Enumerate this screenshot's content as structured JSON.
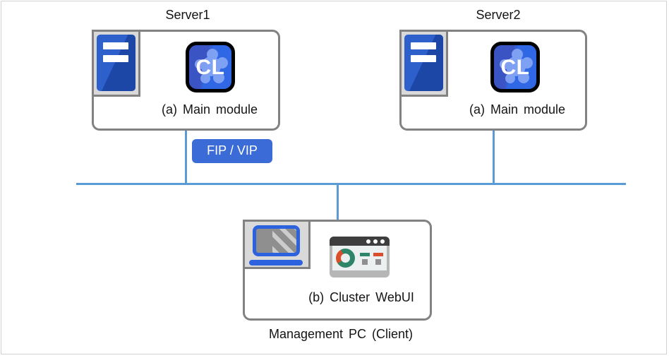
{
  "nodes": {
    "server1": {
      "title": "Server1",
      "module_label": "(a) Main module"
    },
    "server2": {
      "title": "Server2",
      "module_label": "(a) Main module"
    },
    "management_pc": {
      "webui_label": "(b) Cluster WebUI",
      "caption": "Management PC (Client)"
    }
  },
  "badge": {
    "fip_vip": "FIP / VIP"
  },
  "icons": {
    "cl_logo_text": "CL",
    "server1_icon": "server-tower-icon",
    "server2_icon": "server-tower-icon",
    "management_icons": [
      "laptop-icon",
      "browser-dashboard-icon"
    ]
  },
  "colors": {
    "network_line": "#5b9bd5",
    "node_border": "#828282",
    "fip_badge_bg": "#3b6bd6",
    "server_tower_blue": "#2e60cc",
    "cl_icon_bg_left": "#3a54c4",
    "cl_icon_bg_right": "#2f67e4",
    "cl_icon_blob": "#86a6f5",
    "donut_teal": "#2e8568",
    "donut_red": "#d94f2b",
    "laptop_blue": "#2d62de",
    "browser_titlebar": "#3e3e3e"
  }
}
